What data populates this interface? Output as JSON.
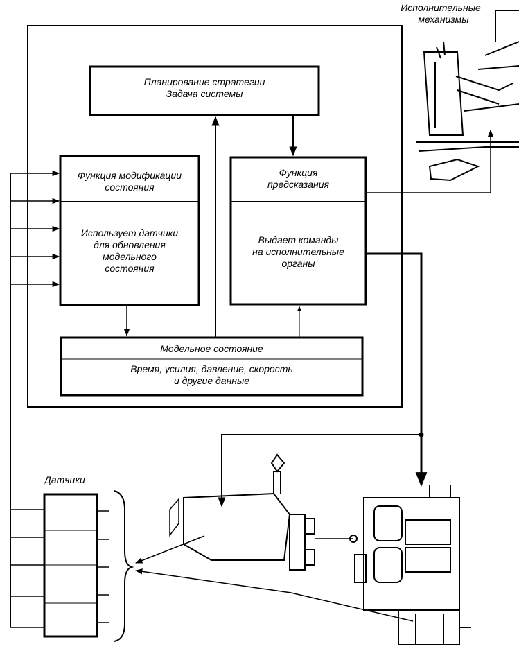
{
  "labels": {
    "actuators": [
      "Исполнительные",
      "механизмы"
    ],
    "strategy": [
      "Планирование стратегии",
      "Задача системы"
    ],
    "modification_title": [
      "Функция модификации",
      "состояния"
    ],
    "modification_body": [
      "Использует датчики",
      "для обновления",
      "модельного",
      "состояния"
    ],
    "prediction_title": [
      "Функция",
      "предсказания"
    ],
    "prediction_body": [
      "Выдает команды",
      "на исполнительные",
      "органы"
    ],
    "model_title": "Модельное состояние",
    "model_body": [
      "Время, усилия, давление, скорость",
      "и другие данные"
    ],
    "sensors": "Датчики"
  },
  "colors": {
    "line": "#000000",
    "background": "#ffffff"
  }
}
